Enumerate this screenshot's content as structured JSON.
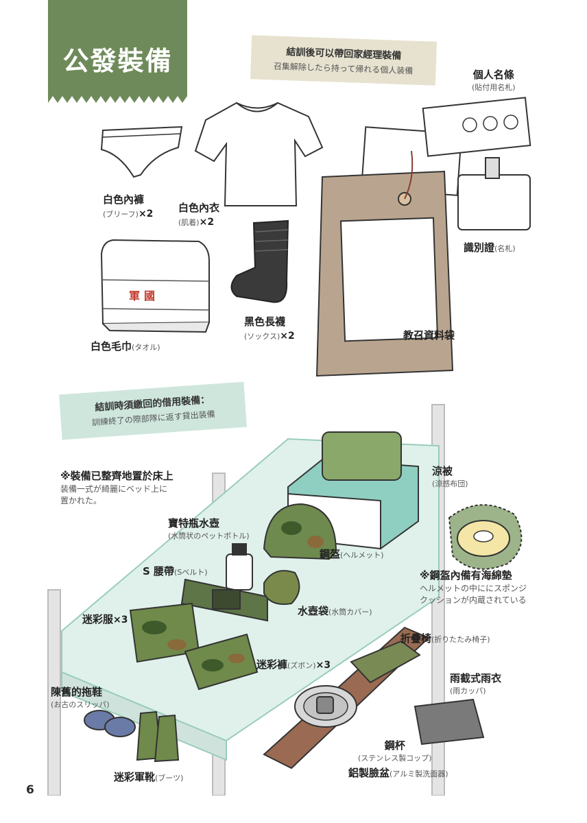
{
  "colors": {
    "banner_green": "#6f8a5a",
    "tape_beige": "#e6e2cf",
    "tape_mint": "#cfe6dd",
    "table_mint": "#dff1ea"
  },
  "header": {
    "title": "公發裝備"
  },
  "kept_section": {
    "tape_zh": "結訓後可以帶回家經理裝備",
    "tape_ja": "召集解除したら持って帰れる個人装備",
    "items": [
      {
        "zh": "白色內褲",
        "ja": "(ブリーフ)",
        "qty": "×2"
      },
      {
        "zh": "白色內衣",
        "ja": "(肌着)",
        "qty": "×2"
      },
      {
        "zh": "個人名條",
        "ja": "(貼付用名札)"
      },
      {
        "zh": "識別證",
        "ja": "(名札)"
      },
      {
        "zh": "白色毛巾",
        "ja": "(タオル)"
      },
      {
        "zh": "黑色長襪",
        "ja": "(ソックス)",
        "qty": "×2"
      },
      {
        "zh": "教召資料袋"
      }
    ],
    "towel_print": "軍國"
  },
  "loan_section": {
    "tape_zh": "結訓時須繳回的借用裝備：",
    "tape_ja": "訓練終了の際部隊に返す貸出装備",
    "note_zh": "※裝備已整齊地置於床上",
    "note_ja_1": "装備一式が綺麗にベッド上に",
    "note_ja_2": "置かれた。",
    "items": [
      {
        "zh": "涼被",
        "ja": "(涼感布団)"
      },
      {
        "zh": "寶特瓶水壺",
        "ja": "(水筒状のペットボトル)"
      },
      {
        "zh": "S 腰帶",
        "ja": "(Sベルト)"
      },
      {
        "zh": "鋼盔",
        "ja": "(ヘルメット)"
      },
      {
        "zh": "迷彩服",
        "qty": "×3"
      },
      {
        "zh": "水壺袋",
        "ja": "(水筒カバー)"
      },
      {
        "zh": "迷彩褲",
        "ja": "(ズボン)",
        "qty": "×3"
      },
      {
        "zh": "折疊椅",
        "ja": "(折りたたみ椅子)"
      },
      {
        "zh": "雨截式雨衣",
        "ja": "(雨カッパ)"
      },
      {
        "zh": "陳舊的拖鞋",
        "ja": "(お古のスリッパ)"
      },
      {
        "zh": "鋼杯",
        "ja": "(ステンレス製コップ)"
      },
      {
        "zh": "迷彩軍靴",
        "ja": "(ブーツ)"
      },
      {
        "zh": "鋁製臉盆",
        "ja": "(アルミ製洗面器)"
      }
    ],
    "sponge_note_zh": "※鋼盔內備有海綿墊",
    "sponge_note_ja_1": "ヘルメットの中ににスポンジ",
    "sponge_note_ja_2": "クッションが内蔵されている"
  },
  "footer": {
    "page_number": "6"
  }
}
